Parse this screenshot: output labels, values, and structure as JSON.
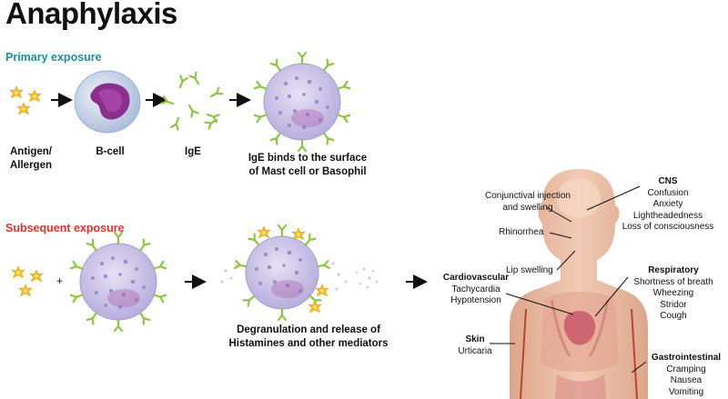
{
  "title": "Anaphylaxis",
  "primary": {
    "heading": "Primary exposure",
    "antigen": [
      "Antigen/",
      "Allergen"
    ],
    "bcell": "B-cell",
    "ige": "IgE",
    "binds": [
      "IgE binds to the surface",
      "of Mast cell or Basophil"
    ]
  },
  "subsequent": {
    "heading": "Subsequent exposure",
    "plus": "+",
    "degranulation": [
      "Degranulation and release of",
      "Histamines and other mediators"
    ]
  },
  "symptoms": {
    "conjunctival": [
      "Conjunctival injection",
      "and swelling"
    ],
    "rhinorrhea": "Rhinorrhea",
    "lip": "Lip swelling",
    "cns": {
      "title": "CNS",
      "items": [
        "Confusion",
        "Anxiety",
        "Lightheadedness",
        "Loss of consciousness"
      ]
    },
    "cardio": {
      "title": "Cardiovascular",
      "items": [
        "Tachycardia",
        "Hypotension"
      ]
    },
    "resp": {
      "title": "Respiratory",
      "items": [
        "Shortness of breath",
        "Wheezing",
        "Stridor",
        "Cough"
      ]
    },
    "skin": {
      "title": "Skin",
      "items": [
        "Urticaria"
      ]
    },
    "gi": {
      "title": "Gastrointestinal",
      "items": [
        "Cramping",
        "Nausea",
        "Vomiting"
      ]
    }
  },
  "colors": {
    "primary_heading": "#1f8fa0",
    "subsequent_heading": "#e8302a",
    "antigen": "#f4c020",
    "cell": "#c9c3e6",
    "ige": "#8cc63f",
    "skin": "#e9b79c",
    "bcell_nucleus": "#8a2f8c"
  }
}
